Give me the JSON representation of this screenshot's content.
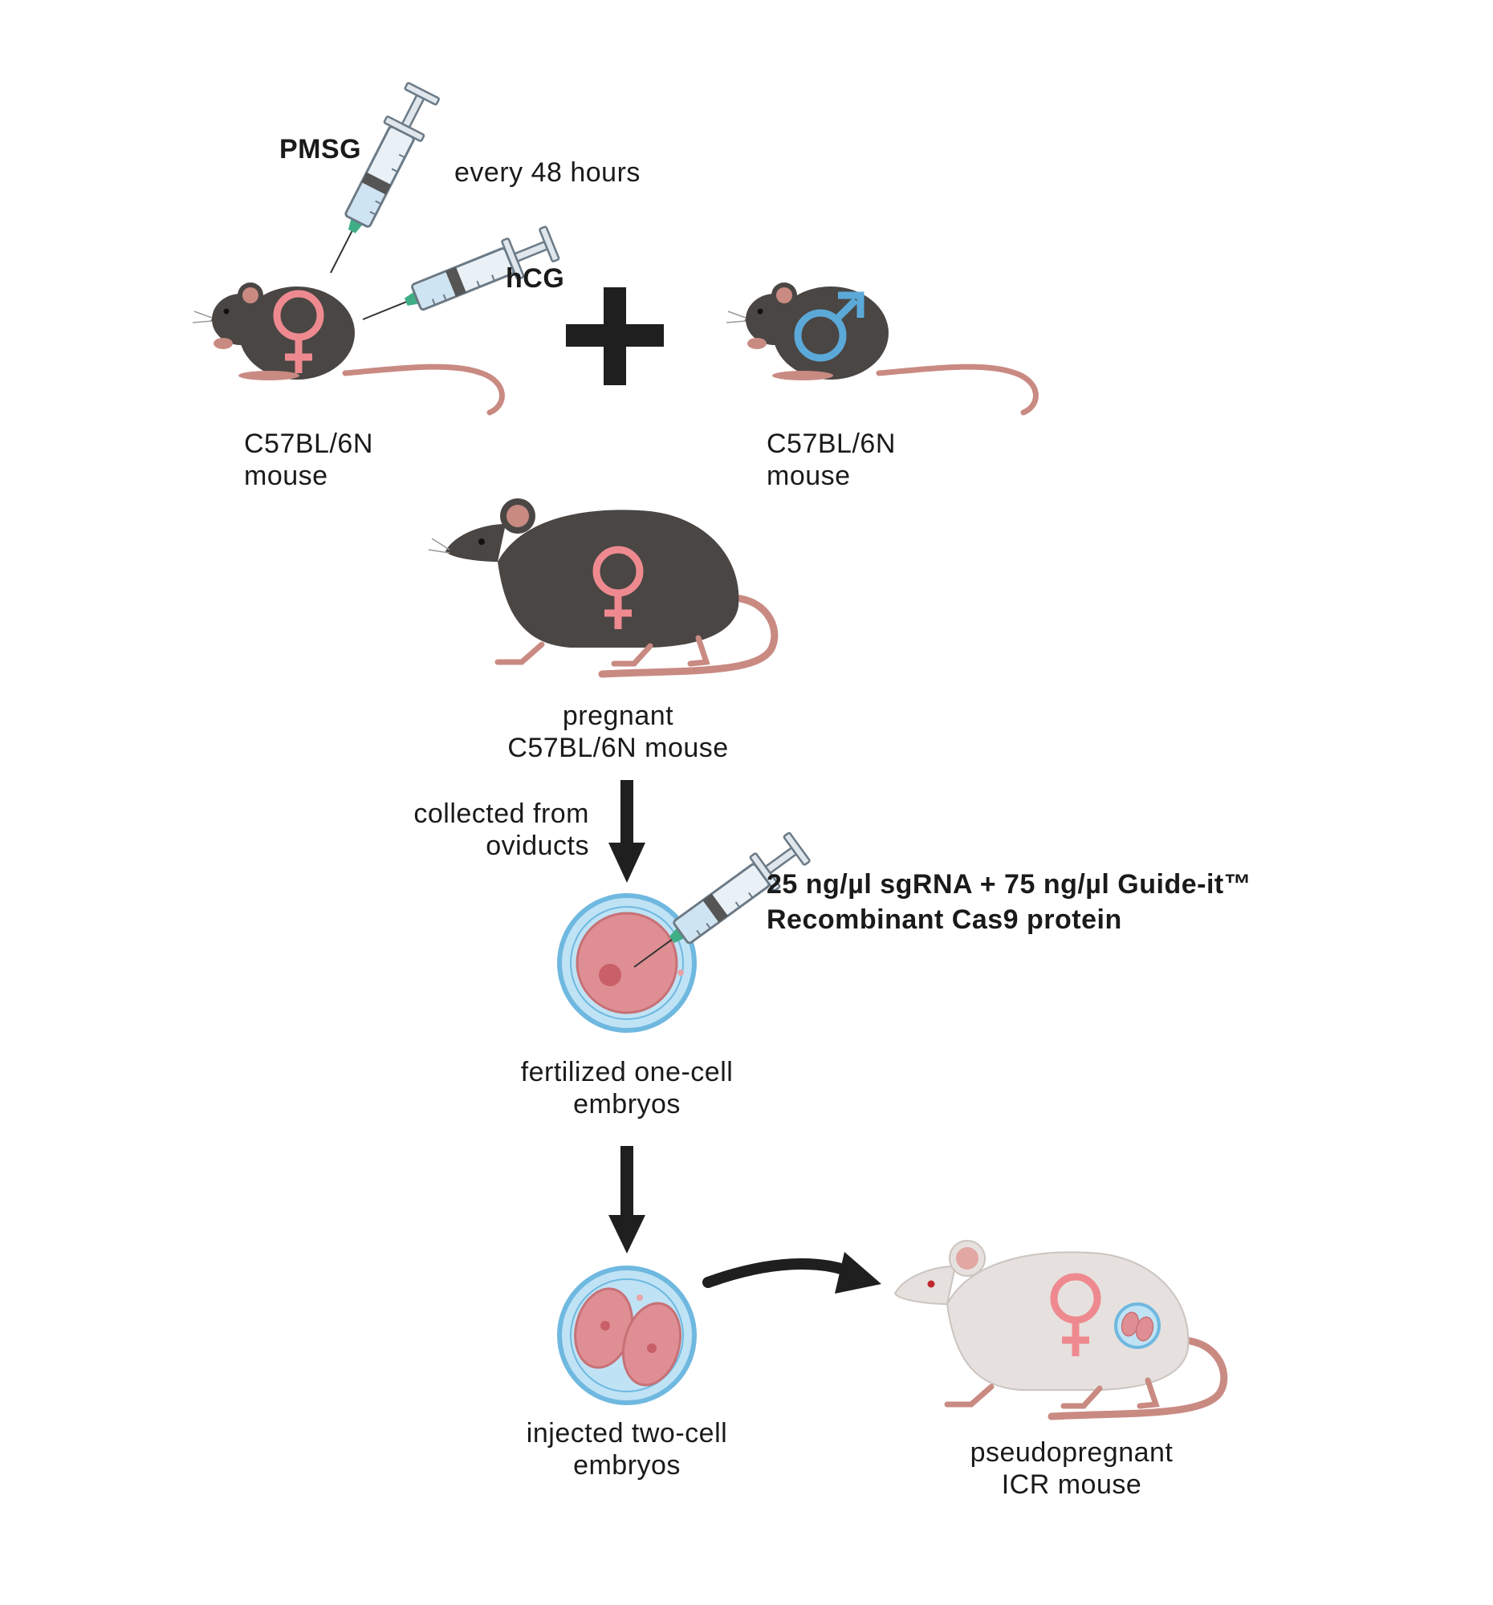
{
  "labels": {
    "pmsg": "PMSG",
    "hcg": "hCG",
    "interval": "every 48 hours",
    "female_strain": [
      "C57BL/6N",
      "mouse"
    ],
    "male_strain": [
      "C57BL/6N",
      "mouse"
    ],
    "pregnant": [
      "pregnant",
      "C57BL/6N mouse"
    ],
    "collected": [
      "collected from",
      "oviducts"
    ],
    "injection_mix": [
      "25 ng/µl sgRNA + 75 ng/µl Guide-it™",
      "Recombinant Cas9 protein"
    ],
    "one_cell": [
      "fertilized one-cell",
      "embryos"
    ],
    "two_cell": [
      "injected two-cell",
      "embryos"
    ],
    "recipient": [
      "pseudopregnant",
      "ICR mouse"
    ]
  },
  "colors": {
    "mouse_black": "#4a4644",
    "mouse_white": "#e6e1de",
    "tail": "#c98a82",
    "female_symbol": "#ee8a8f",
    "male_symbol": "#5ba9d9",
    "zona": "#6fb8e0",
    "embryo": "#df8f94",
    "arrow": "#1f1f1f",
    "syringe_needle": "#3fae85"
  }
}
